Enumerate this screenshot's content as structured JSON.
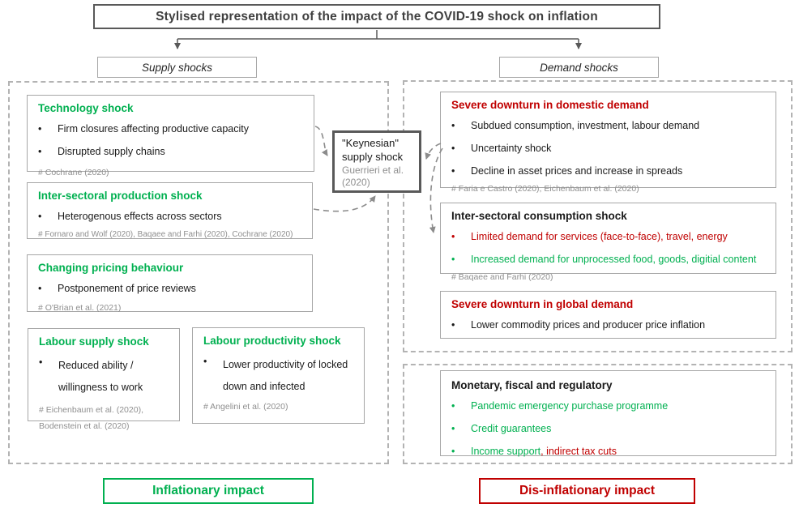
{
  "title": "Stylised representation of the impact of the COVID-19 shock on inflation",
  "branches": {
    "supply": "Supply shocks",
    "demand": "Demand shocks"
  },
  "colors": {
    "green_accent": "#00B050",
    "red_accent": "#C00000",
    "reference_gray": "#8f8f8f",
    "border_gray": "#a6a6a6",
    "dark_border": "#595959"
  },
  "supply_boxes": [
    {
      "title": "Technology shock",
      "bullets": [
        "Firm closures affecting productive capacity",
        "Disrupted supply chains"
      ],
      "ref": "# Cochrane (2020)"
    },
    {
      "title": "Inter-sectoral production shock",
      "bullets": [
        "Heterogenous effects across sectors"
      ],
      "ref": "# Fornaro and Wolf (2020), Baqaee and Farhi (2020), Cochrane (2020)"
    },
    {
      "title": "Changing pricing behaviour",
      "bullets": [
        "Postponement of price reviews"
      ],
      "ref": "# O'Brian et al. (2021)"
    },
    {
      "title": "Labour supply shock",
      "bullets": [
        "Reduced ability / willingness to work"
      ],
      "ref": "# Eichenbaum et al. (2020), Bodenstein et al. (2020)"
    },
    {
      "title": "Labour productivity shock",
      "bullets": [
        "Lower productivity of locked down and infected"
      ],
      "ref": "# Angelini et al. (2020)"
    }
  ],
  "keynesian": {
    "line1": "\"Keynesian\"",
    "line2": "supply shock",
    "ref_line1": "Guerrieri et al.",
    "ref_line2": "(2020)"
  },
  "demand_boxes": [
    {
      "title": "Severe downturn in domestic demand",
      "bullets": [
        "Subdued consumption, investment, labour demand",
        "Uncertainty shock",
        "Decline in asset prices and increase in spreads"
      ],
      "ref": "# Faria e Castro (2020), Eichenbaum et al. (2020)"
    },
    {
      "title": "Inter-sectoral consumption shock",
      "bullets": [
        "Limited demand for services (face-to-face), travel, energy",
        "Increased demand for unprocessed food, goods, digitial content"
      ],
      "ref": "# Baqaee and Farhi (2020)"
    },
    {
      "title": "Severe downturn in global demand",
      "bullets": [
        "Lower commodity prices and producer price inflation"
      ]
    }
  ],
  "policy_box": {
    "title": "Monetary, fiscal and regulatory",
    "bullets": [
      {
        "text": "Pandemic emergency purchase programme"
      },
      {
        "text": "Credit guarantees"
      },
      {
        "text_primary": "Income support",
        "text_secondary": ", indirect tax cuts"
      }
    ]
  },
  "footer": {
    "inflationary": "Inflationary impact",
    "disinflationary": "Dis-inflationary impact"
  }
}
